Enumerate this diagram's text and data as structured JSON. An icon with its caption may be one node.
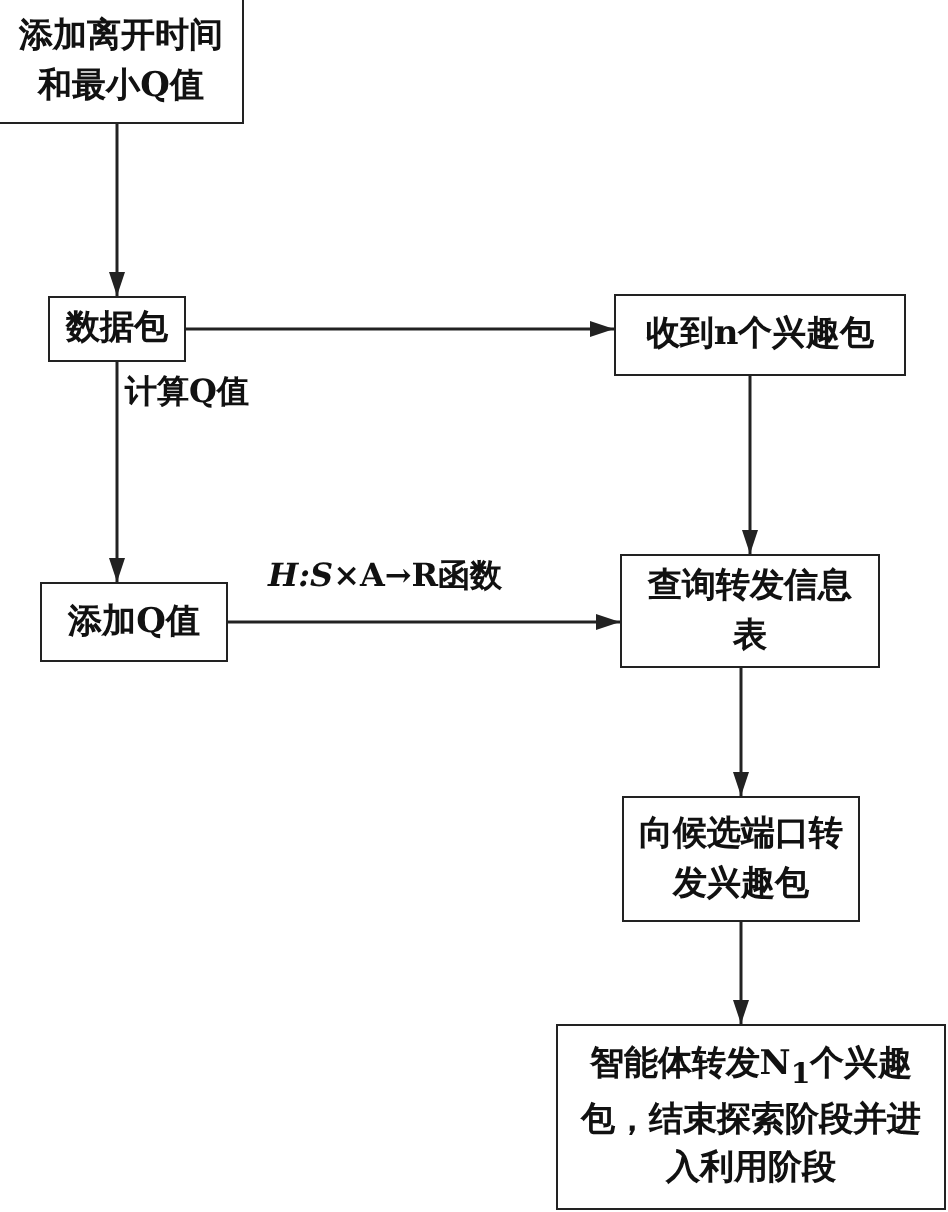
{
  "diagram": {
    "nodes": [
      {
        "text": [
          "添加离开时间和最小Q值"
        ]
      },
      {
        "text": [
          "数据包"
        ]
      },
      {
        "text": [
          "收到n个兴趣包"
        ]
      },
      {
        "text": [
          "添加Q值"
        ]
      },
      {
        "text": [
          "查询转发信息表"
        ]
      },
      {
        "text": [
          "向候选端口转发兴趣包"
        ]
      },
      {
        "text": [
          "智能体转发N$_{1}$个兴趣包，结束探索阶段并进入利用阶段"
        ]
      }
    ],
    "edges": [
      {
        "from": 0,
        "to": 1,
        "arrow": "to"
      },
      {
        "from": 1,
        "to": 2,
        "arrow": "to"
      },
      {
        "from": 1,
        "to": 3,
        "arrow": "to",
        "label": "计算Q值"
      },
      {
        "from": 2,
        "to": 4,
        "arrow": "to"
      },
      {
        "from": 3,
        "to": 4,
        "arrow": "to",
        "label": "*H:S*×A→R函数"
      },
      {
        "from": 4,
        "to": 5,
        "arrow": "to"
      },
      {
        "from": 5,
        "to": 6,
        "arrow": "to"
      }
    ]
  }
}
